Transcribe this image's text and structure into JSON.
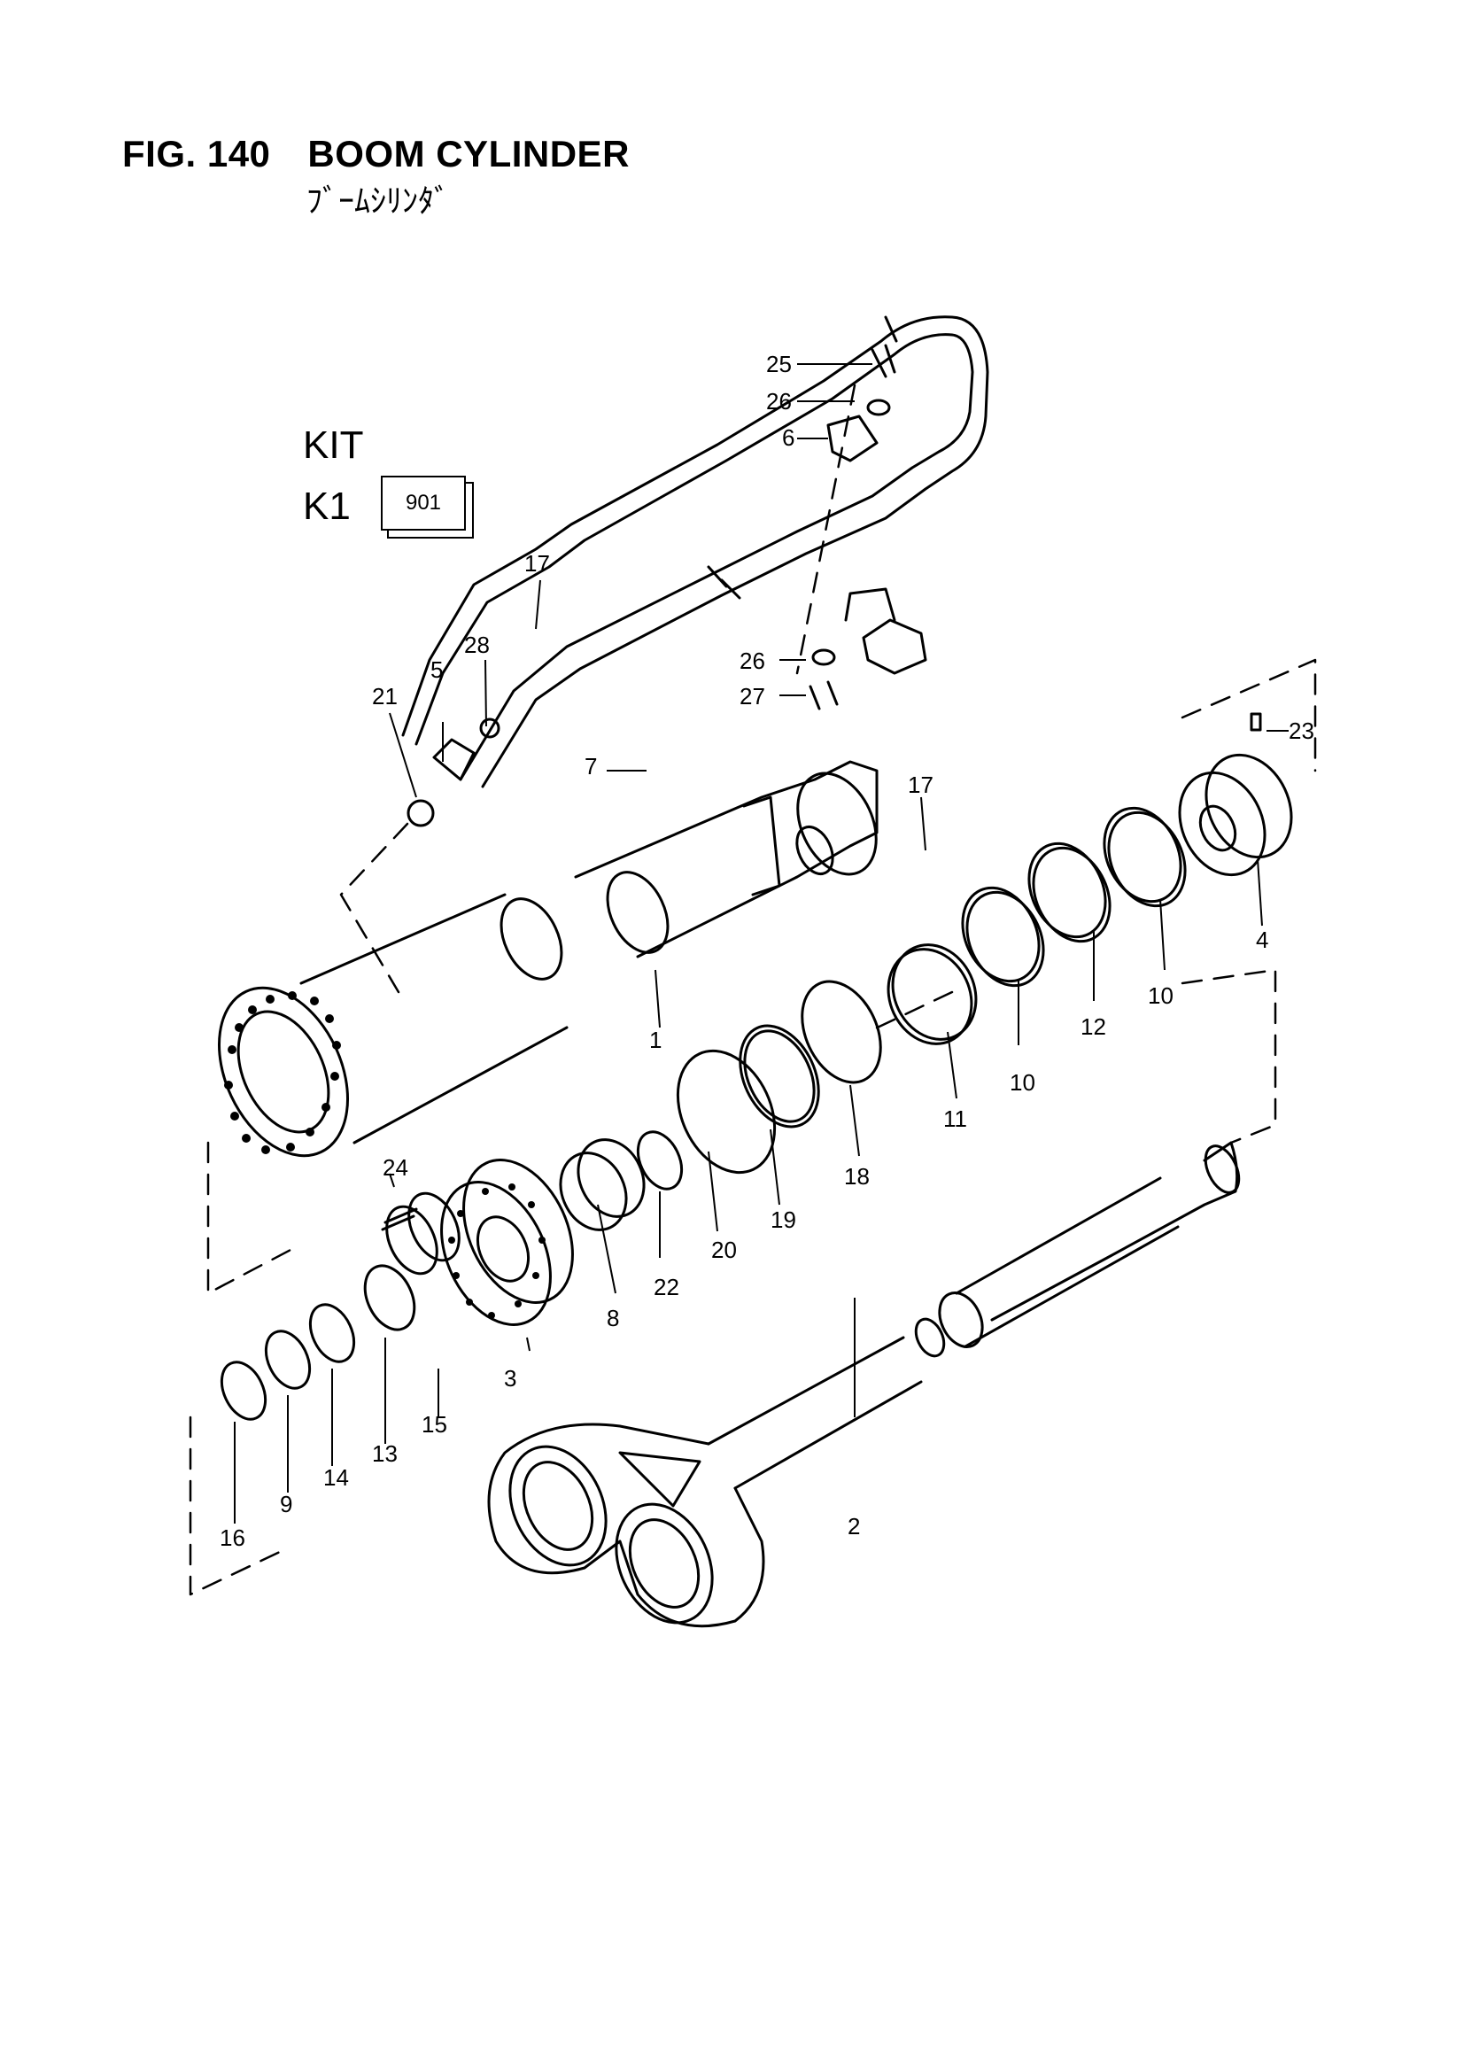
{
  "figure": {
    "number": "FIG. 140",
    "title": "BOOM CYLINDER",
    "subtitle": "ﾌﾞｰﾑｼﾘﾝﾀﾞ"
  },
  "kit": {
    "label": "KIT",
    "code": "K1",
    "box_value": "901"
  },
  "callouts": [
    "1",
    "2",
    "3",
    "4",
    "5",
    "6",
    "7",
    "8",
    "9",
    "10",
    "10",
    "11",
    "12",
    "13",
    "14",
    "15",
    "16",
    "17",
    "17",
    "18",
    "19",
    "20",
    "21",
    "22",
    "23",
    "24",
    "25",
    "26",
    "26",
    "27",
    "28"
  ]
}
